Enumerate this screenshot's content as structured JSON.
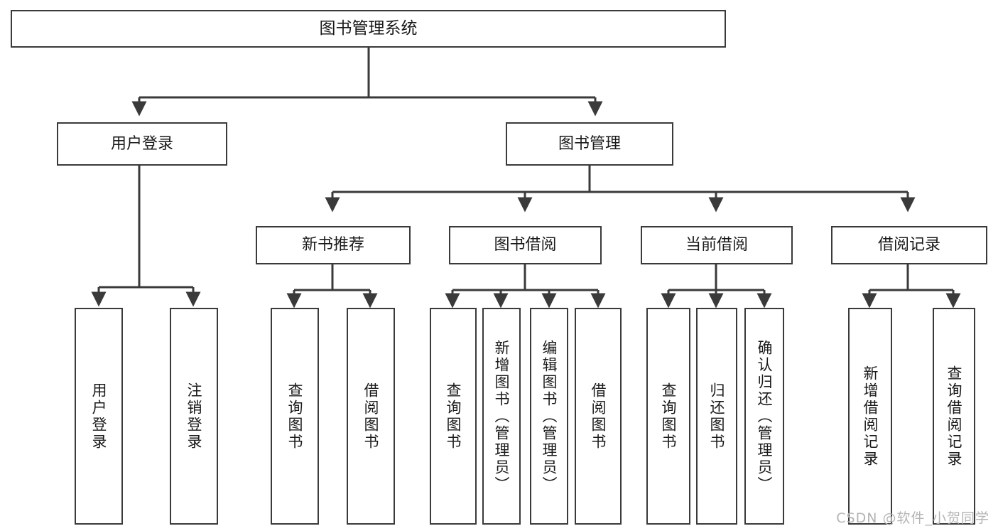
{
  "diagram": {
    "title": "图书管理系统",
    "watermark": "CSDN @软件_小贺同学",
    "line_color": "#3a3a3a",
    "box_fill": "#ffffff",
    "text_color": "#1a1a1a",
    "nodes": {
      "root": "图书管理系统",
      "user_login": "用户登录",
      "book_manage": "图书管理",
      "new_book_rec": "新书推荐",
      "book_borrow": "图书借阅",
      "current_borrow": "当前借阅",
      "borrow_record": "借阅记录",
      "leaf_user_login": "用户登录",
      "leaf_logout": "注销登录",
      "leaf_query_book_1": "查询图书",
      "leaf_borrow_book_1": "借阅图书",
      "leaf_query_book_2": "查询图书",
      "leaf_add_book_admin": "新增图书（管理员）",
      "leaf_edit_book_admin": "编辑图书（管理员）",
      "leaf_borrow_book_2": "借阅图书",
      "leaf_query_book_3": "查询图书",
      "leaf_return_book": "归还图书",
      "leaf_confirm_return_admin": "确认归还（管理员）",
      "leaf_add_record": "新增借阅记录",
      "leaf_query_record": "查询借阅记录"
    }
  }
}
